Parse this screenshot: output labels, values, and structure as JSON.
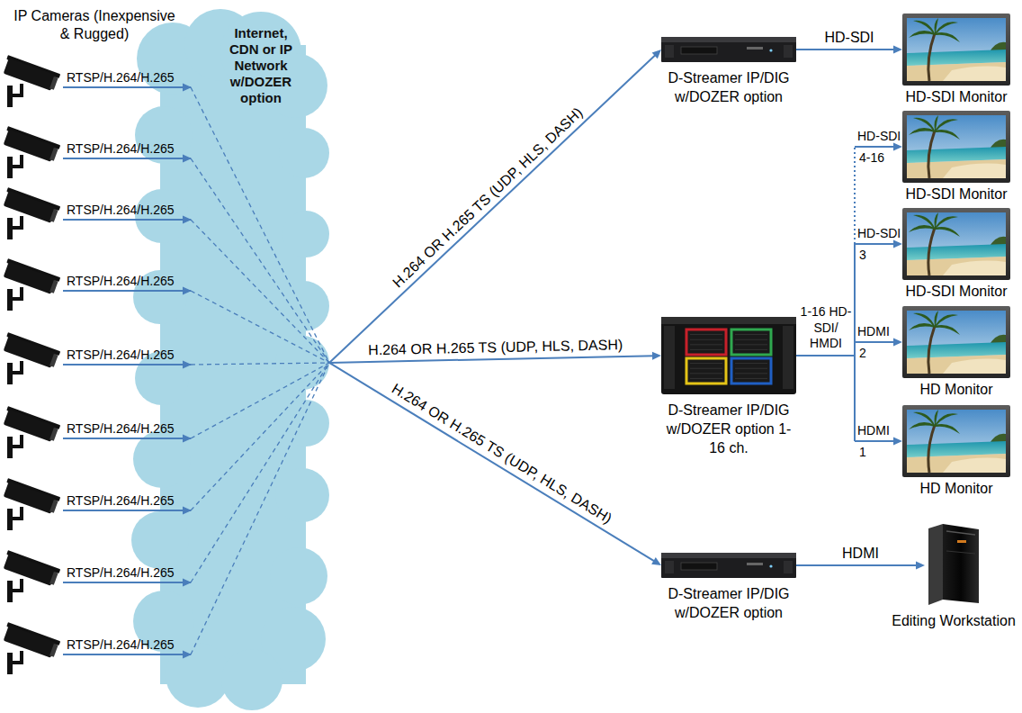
{
  "diagram": {
    "nodes": [
      {
        "text": [
          "Internet, CDN or IP Network w/DOZER option"
        ]
      },
      {
        "text": [
          "D-Streamer IP/DIG w/DOZER option"
        ]
      },
      {
        "text": [
          "D-Streamer IP/DIG w/DOZER option 1-16 ch."
        ]
      },
      {
        "text": [
          "D-Streamer IP/DIG w/DOZER option"
        ]
      },
      {
        "text": [
          "HD-SDI Monitor"
        ]
      },
      {
        "text": [
          "HD-SDI Monitor"
        ]
      },
      {
        "text": [
          "HD-SDI Monitor"
        ]
      },
      {
        "text": [
          "HD Monitor"
        ]
      },
      {
        "text": [
          "HD Monitor"
        ]
      },
      {
        "text": [
          "Editing Workstation"
        ]
      }
    ],
    "edges": [
      {
        "from": 0,
        "to": 1,
        "label": "H.264 OR H.265 TS (UDP, HLS, DASH)",
        "arrow": "to"
      },
      {
        "from": 0,
        "to": 2,
        "label": "H.264 OR H.265 TS (UDP, HLS, DASH)",
        "arrow": "to"
      },
      {
        "from": 0,
        "to": 3,
        "label": "H.264 OR H.265 TS (UDP, HLS, DASH)",
        "arrow": "to"
      },
      {
        "from": 1,
        "to": 4,
        "label": "HD-SDI",
        "arrow": "to"
      },
      {
        "from": 2,
        "to": 5,
        "label": "HD-SDI",
        "arrow": "to"
      },
      {
        "from": 2,
        "to": 6,
        "label": "HD-SDI",
        "arrow": "to"
      },
      {
        "from": 2,
        "to": 7,
        "label": "HDMI",
        "arrow": "to"
      },
      {
        "from": 2,
        "to": 8,
        "label": "HDMI",
        "arrow": "to"
      },
      {
        "from": 3,
        "to": 9,
        "label": "HDMI",
        "arrow": "to"
      }
    ],
    "labels": [
      "IP Cameras (Inexpensive & Rugged)",
      "RTSP/H.264/H.265",
      "RTSP/H.264/H.265",
      "RTSP/H.264/H.265",
      "RTSP/H.264/H.265",
      "RTSP/H.264/H.265",
      "RTSP/H.264/H.265",
      "RTSP/H.264/H.265",
      "RTSP/H.264/H.265",
      "RTSP/H.264/H.265",
      "1-16 HD-SDI/ HMDI",
      "4-16",
      "3",
      "2",
      "1"
    ]
  }
}
